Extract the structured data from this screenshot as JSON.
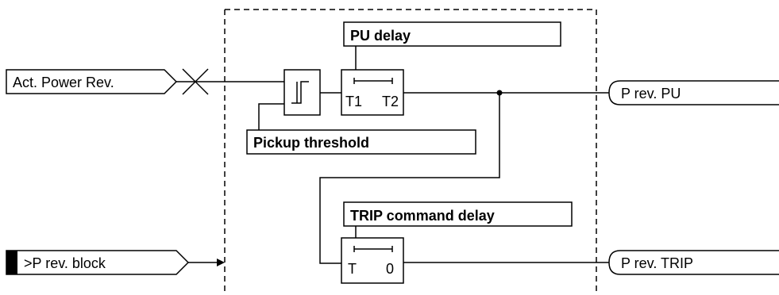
{
  "inputs": {
    "active_power_reverse": "Act. Power Rev.",
    "block_input": ">P rev. block"
  },
  "settings": {
    "pu_delay": "PU delay",
    "pickup_threshold": "Pickup threshold",
    "trip_command_delay": "TRIP command delay"
  },
  "timers": {
    "pu_timer": {
      "left": "T1",
      "right": "T2"
    },
    "trip_timer": {
      "left": "T",
      "right": "0"
    }
  },
  "outputs": {
    "pickup": "P rev. PU",
    "trip": "P rev. TRIP"
  }
}
